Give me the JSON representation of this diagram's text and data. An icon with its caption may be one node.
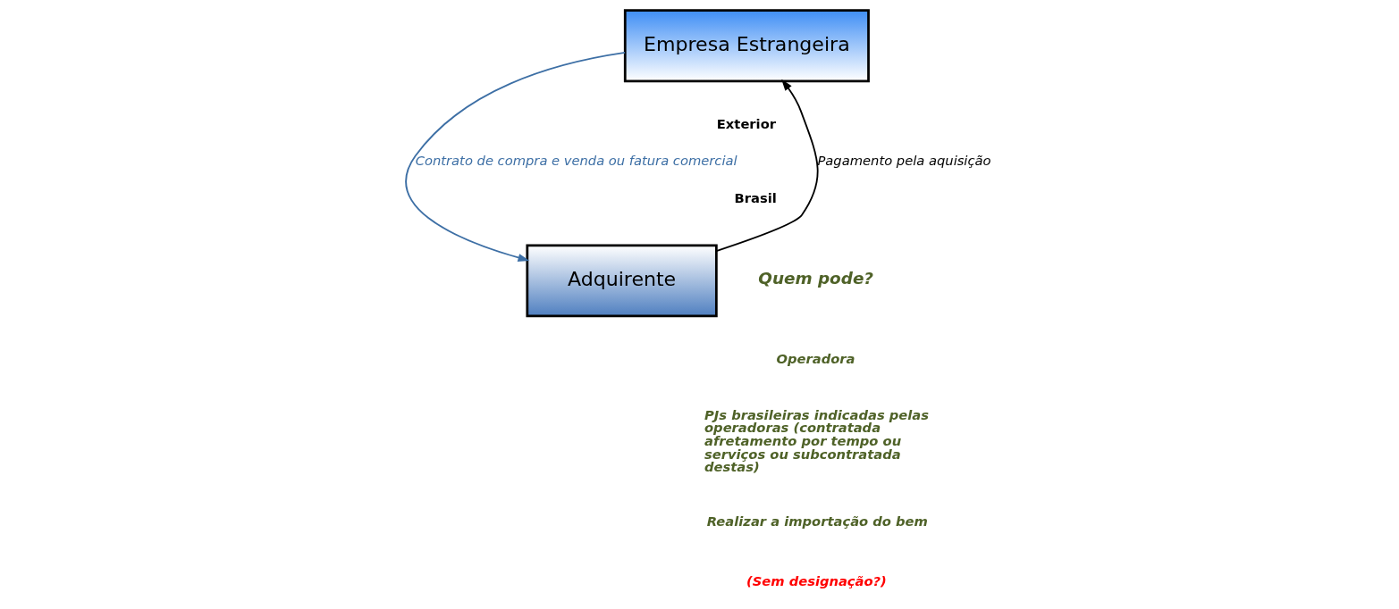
{
  "diagram": {
    "nodes": [
      {
        "text": [
          "Empresa Estrangeira"
        ]
      },
      {
        "text": [
          "Adquirente"
        ]
      }
    ],
    "edges": [
      {
        "from": 1,
        "to": 0,
        "arrow": "to",
        "label": "Pagamento pela aquisição"
      },
      {
        "from": 0,
        "to": 1,
        "arrow": "to",
        "label": "Contrato de compra e venda ou fatura comercial",
        "color": "#3d6fa5"
      }
    ],
    "labels": [
      "Exterior",
      "Brasil",
      "Quem pode?",
      "Operadora",
      "PJs brasileiras indicadas pelas operadoras (contratada afretamento por tempo ou serviços ou subcontratada destas)",
      "Realizar a importação do bem",
      "(Sem designação?)"
    ]
  }
}
